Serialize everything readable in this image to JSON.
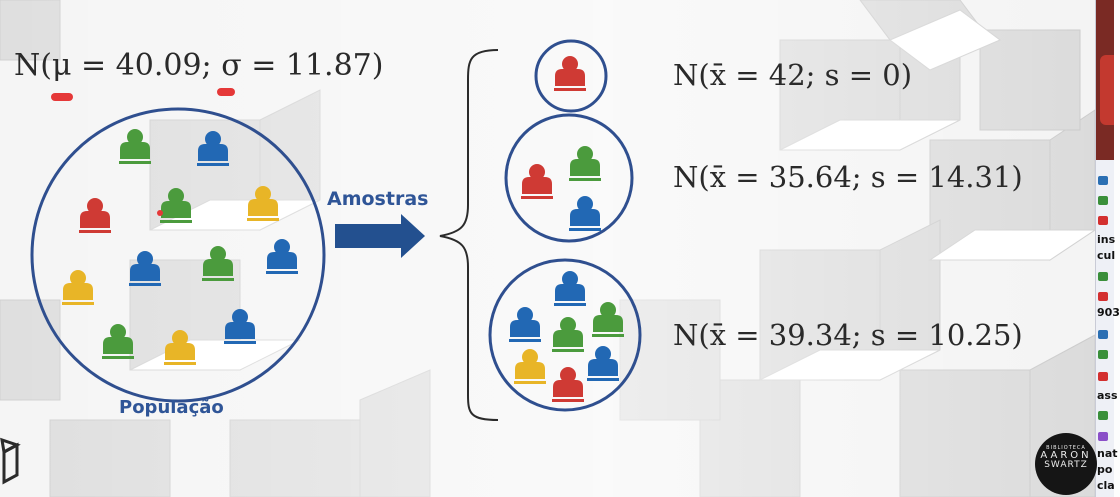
{
  "population": {
    "formula": "N(μ = 40.09; σ = 11.87)",
    "label": "População"
  },
  "arrow_label": "Amostras",
  "samples": [
    {
      "formula": "N(x̄ = 42; s = 0)"
    },
    {
      "formula": "N(x̄ = 35.64; s = 14.31)"
    },
    {
      "formula": "N(x̄ = 39.34; s = 10.25)"
    }
  ],
  "colors": {
    "green": "#4b9b3d",
    "blue": "#2268b4",
    "red": "#cf3a34",
    "yellow": "#e8b527",
    "circle": "#2f4f8f",
    "arrow": "#23508f",
    "label": "#2f5597",
    "highlight": "#e53838"
  },
  "sidebar": {
    "chat_fragments": [
      "ins",
      "cul",
      "903",
      "ass",
      "nat",
      "po",
      "cla"
    ]
  },
  "logo": {
    "line1": "BIBLIOTECA",
    "line2": "AARON",
    "line3": "SWARTZ"
  }
}
